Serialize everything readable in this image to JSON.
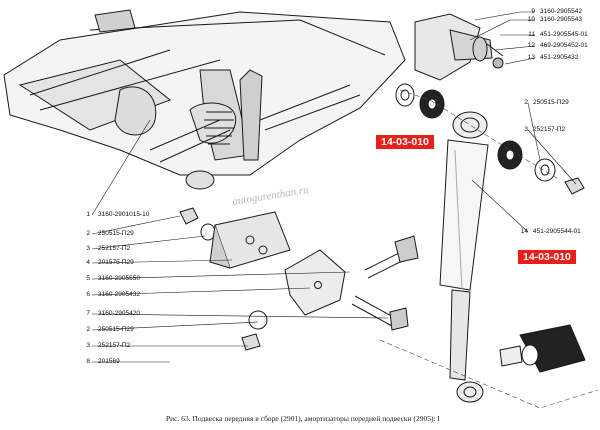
{
  "caption": "Рис. 63. Подвеска передняя в сборе (2901), амортизаторы передней подвески (2905): I",
  "watermark": "autogurenthan.ru",
  "ref_badges": [
    "14-03-010",
    "14-03-010"
  ],
  "parts_left": [
    {
      "no": "1",
      "code": "3160-2901015-10"
    },
    {
      "no": "2",
      "code": "250515-П29"
    },
    {
      "no": "3",
      "code": "252157-П2"
    },
    {
      "no": "4",
      "code": "201575-П29"
    },
    {
      "no": "5",
      "code": "3160-2905550"
    },
    {
      "no": "6",
      "code": "3160-2905432"
    },
    {
      "no": "7",
      "code": "3160-2905420"
    },
    {
      "no": "2",
      "code": "250515-П29"
    },
    {
      "no": "3",
      "code": "252157-П2"
    },
    {
      "no": "8",
      "code": "201569"
    }
  ],
  "parts_top_right": [
    {
      "no": "9",
      "code": "3160-2905542"
    },
    {
      "no": "10",
      "code": "3160-2905543"
    },
    {
      "no": "11",
      "code": "451-2905545-01"
    },
    {
      "no": "12",
      "code": "469-2905452-01"
    },
    {
      "no": "13",
      "code": "451-2905432"
    }
  ],
  "parts_mid_right": [
    {
      "no": "2",
      "code": "250515-П29"
    },
    {
      "no": "3",
      "code": "252157-П2"
    }
  ],
  "parts_low_right": [
    {
      "no": "14",
      "code": "451-2905544-01"
    }
  ],
  "colors": {
    "badge": "#e8201a",
    "line": "#1a1a1a",
    "shade": "#cfcfcf"
  }
}
